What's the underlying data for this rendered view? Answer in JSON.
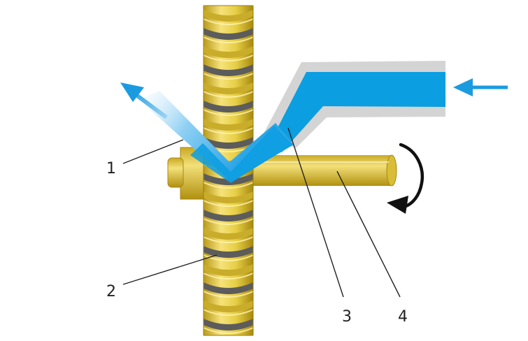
{
  "labels": [
    {
      "id": "1",
      "text": "1"
    },
    {
      "id": "2",
      "text": "2"
    },
    {
      "id": "3",
      "text": "3"
    },
    {
      "id": "4",
      "text": "4"
    }
  ],
  "colors": {
    "jet_blue": "#0b9ee0",
    "nozzle_gray": "#d4d4d4",
    "screw_gold": "#e8d34a",
    "screw_dark": "#5c5c5c",
    "arrow_blue": "#1a9be0",
    "rotation_arrow": "#111111"
  },
  "icons": {
    "inflow": "arrow-left-icon",
    "outflow": "arrow-up-left-icon",
    "rotation": "rotate-clockwise-icon"
  }
}
